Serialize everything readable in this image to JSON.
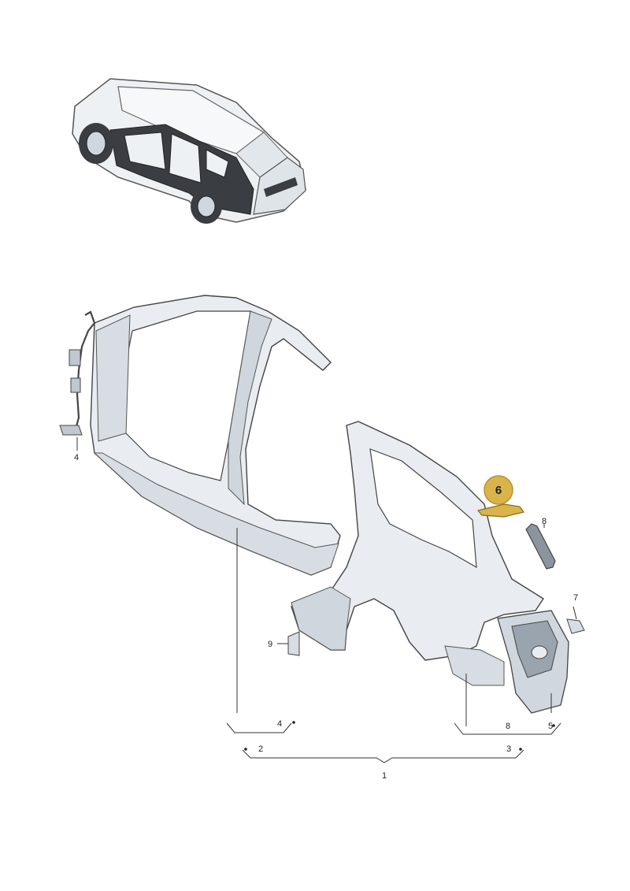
{
  "callouts": {
    "c1": "1",
    "c2": "2",
    "c3": "3",
    "c4a": "4",
    "c4b": "4",
    "c5": "5",
    "c6": "6",
    "c7": "7",
    "c8a": "8",
    "c8b": "8",
    "c9": "9"
  },
  "colors": {
    "highlight": "#d9b44a",
    "highlight_border": "#b8912c",
    "panel_fill": "#e9edf1",
    "panel_shade": "#cfd6dd",
    "line": "#333333"
  },
  "highlighted_part": "6"
}
